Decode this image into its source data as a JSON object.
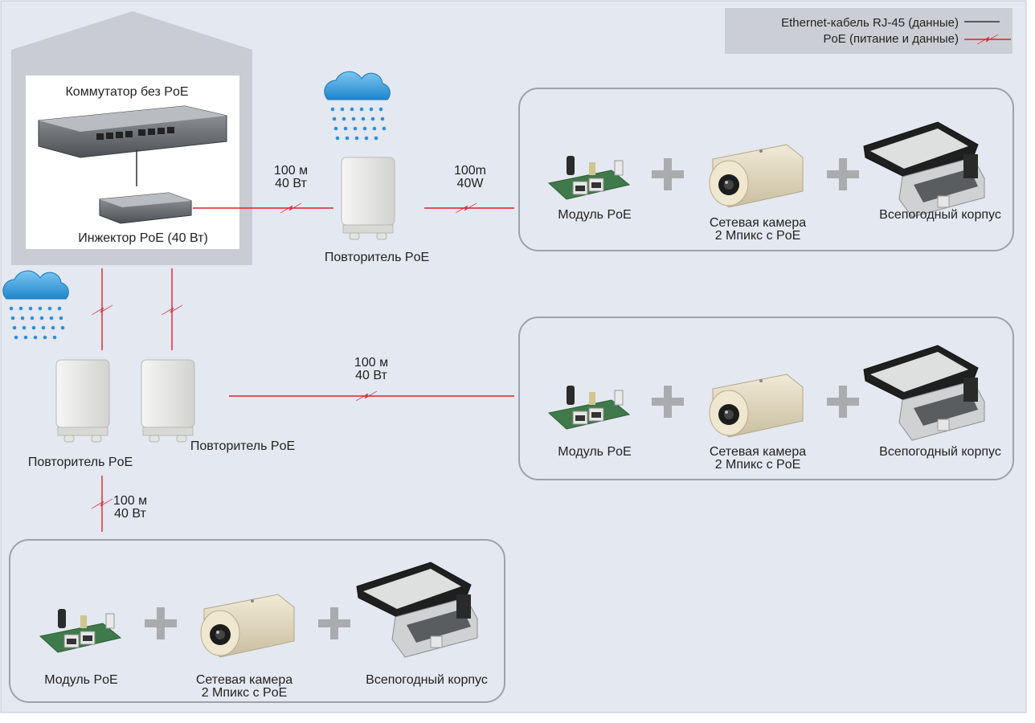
{
  "legend": {
    "ethernet_label": "Ethernet-кабель RJ-45 (данные)",
    "poe_label": "PoE (питание и данные)"
  },
  "building": {
    "switch_label": "Коммутатор без PoE",
    "injector_label": "Инжектор PoE (40 Вт)"
  },
  "repeater_top": {
    "label": "Повторитель PoE",
    "link_in_distance": "100 м",
    "link_in_power": "40 Вт",
    "link_out_distance": "100m",
    "link_out_power": "40W"
  },
  "repeater_left": {
    "label": "Повторитель PoE"
  },
  "repeater_right": {
    "label": "Повторитель PoE"
  },
  "link_middle": {
    "distance": "100 м",
    "power": "40 Вт"
  },
  "link_bottom": {
    "distance": "100 м",
    "power": "40 Вт"
  },
  "kits": [
    {
      "module": "Модуль PoE",
      "camera_line1": "Сетевая камера",
      "camera_line2": "2 Мпикс с PoE",
      "housing": "Всепогодный корпус"
    },
    {
      "module": "Модуль PoE",
      "camera_line1": "Сетевая камера",
      "camera_line2": "2 Мпикс с PoE",
      "housing": "Всепогодный корпус"
    },
    {
      "module": "Модуль PoE",
      "camera_line1": "Сетевая камера",
      "camera_line2": "2 Мпикс с PoE",
      "housing": "Всепогодный корпус"
    }
  ],
  "colors": {
    "background": "#e4e8f0",
    "building": "#c9ccd2",
    "poe_line": "#e0202a",
    "ethernet_line": "#333333",
    "plus": "#a9abae",
    "cloud": "#3aa0e0"
  }
}
